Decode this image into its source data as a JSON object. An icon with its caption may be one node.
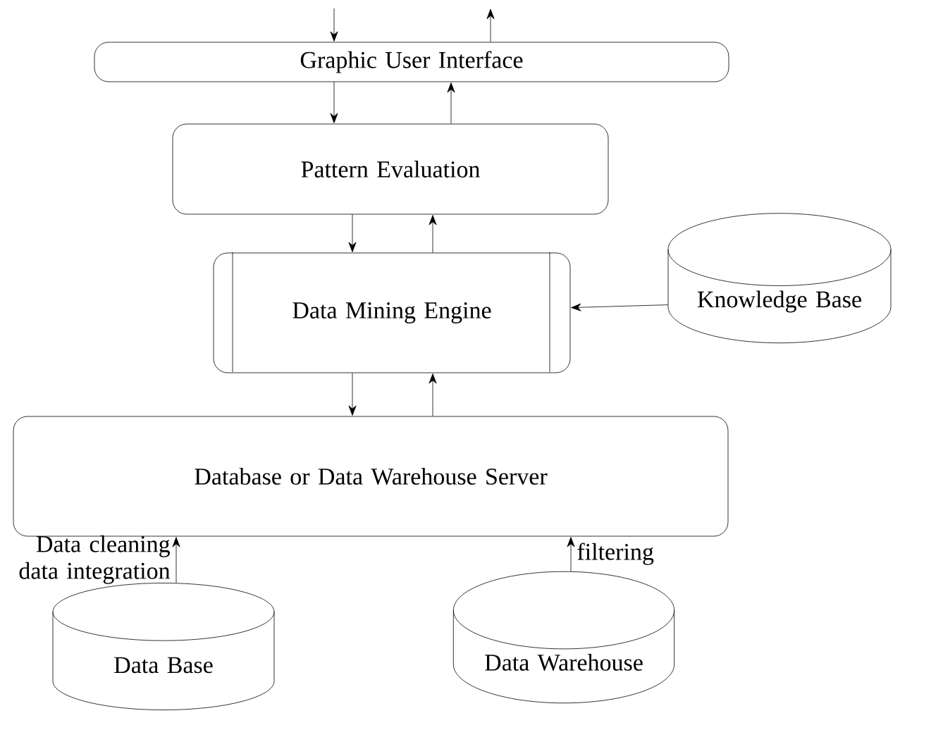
{
  "diagram": {
    "nodes": [
      {
        "text": [
          "Graphic User Interface"
        ]
      },
      {
        "text": [
          "Pattern Evaluation"
        ]
      },
      {
        "text": [
          "Data Mining Engine"
        ]
      },
      {
        "text": [
          "Knowledge Base"
        ]
      },
      {
        "text": [
          "Database or Data Warehouse Server"
        ]
      },
      {
        "text": [
          "Data Base"
        ]
      },
      {
        "text": [
          "Data Warehouse"
        ]
      }
    ],
    "edges": [
      {
        "from": null,
        "to": 0,
        "arrow": "to"
      },
      {
        "from": 0,
        "to": null,
        "arrow": "to"
      },
      {
        "from": 0,
        "to": 1,
        "arrow": "to"
      },
      {
        "from": 1,
        "to": 0,
        "arrow": "to"
      },
      {
        "from": 1,
        "to": 2,
        "arrow": "to"
      },
      {
        "from": 2,
        "to": 1,
        "arrow": "to"
      },
      {
        "from": 2,
        "to": 4,
        "arrow": "to"
      },
      {
        "from": 4,
        "to": 2,
        "arrow": "to"
      },
      {
        "from": 3,
        "to": 2,
        "arrow": "to"
      },
      {
        "from": 5,
        "to": 4,
        "arrow": "to",
        "label": "Data cleaning data integration"
      },
      {
        "from": 6,
        "to": 4,
        "arrow": "to",
        "label": "filtering"
      }
    ]
  }
}
